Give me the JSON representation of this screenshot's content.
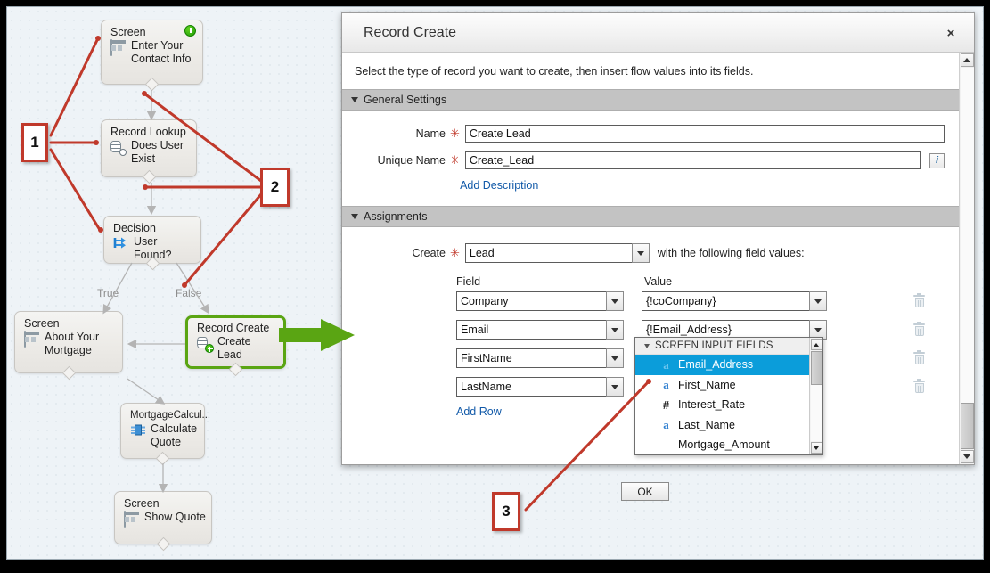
{
  "flow": {
    "nodes": [
      {
        "type": "Screen",
        "label": "Enter Your\nContact Info",
        "icon": "screen-icon",
        "start": true
      },
      {
        "type": "Record Lookup",
        "label": "Does User\nExist",
        "icon": "record-lookup-icon",
        "start": false
      },
      {
        "type": "Decision",
        "label": "User Found?",
        "icon": "decision-icon",
        "start": false
      },
      {
        "type": "Screen",
        "label": "About Your\nMortgage",
        "icon": "screen-icon",
        "start": false
      },
      {
        "type": "Record Create",
        "label": "Create Lead",
        "icon": "record-create-icon",
        "start": false,
        "selected": true
      },
      {
        "type": "MortgageCalcul...",
        "label": "Calculate\nQuote",
        "icon": "apex-plugin-icon",
        "start": false
      },
      {
        "type": "Screen",
        "label": "Show Quote",
        "icon": "screen-icon",
        "start": false
      }
    ],
    "branch_labels": {
      "true": "True",
      "false": "False"
    }
  },
  "callouts": [
    {
      "number": "1"
    },
    {
      "number": "2"
    },
    {
      "number": "3"
    }
  ],
  "dialog": {
    "title": "Record Create",
    "close_label": "×",
    "intro": "Select the type of record you want to create, then insert flow values into its fields.",
    "sections": {
      "general": {
        "header": "General Settings",
        "name_label": "Name",
        "name_value": "Create Lead",
        "unique_name_label": "Unique Name",
        "unique_name_value": "Create_Lead",
        "add_description_link": "Add Description",
        "info_glyph": "i",
        "required_mark": "✳"
      },
      "assignments": {
        "header": "Assignments",
        "create_label": "Create",
        "create_value": "Lead",
        "create_suffix": "with the following field values:",
        "col_field": "Field",
        "col_value": "Value",
        "add_row_link": "Add Row",
        "rows": [
          {
            "field": "Company",
            "value": "{!coCompany}"
          },
          {
            "field": "Email",
            "value": "{!Email_Address}"
          },
          {
            "field": "FirstName",
            "value": ""
          },
          {
            "field": "LastName",
            "value": ""
          }
        ]
      }
    },
    "ok_button": "OK"
  },
  "dropdown": {
    "group_label": "SCREEN INPUT FIELDS",
    "items": [
      {
        "label": "Email_Address",
        "icon": "text-type-icon",
        "selected": true
      },
      {
        "label": "First_Name",
        "icon": "text-type-icon",
        "selected": false
      },
      {
        "label": "Interest_Rate",
        "icon": "number-type-icon",
        "selected": false
      },
      {
        "label": "Last_Name",
        "icon": "text-type-icon",
        "selected": false
      },
      {
        "label": "Mortgage_Amount",
        "icon": "currency-type-icon",
        "selected": false
      }
    ]
  },
  "colors": {
    "callout_border": "#c0392b",
    "annotation_line": "#c0392b",
    "highlight_green": "#5aa513",
    "selection_blue": "#0b9dda",
    "link_blue": "#1159a8",
    "canvas_bg": "#eef3f7"
  }
}
